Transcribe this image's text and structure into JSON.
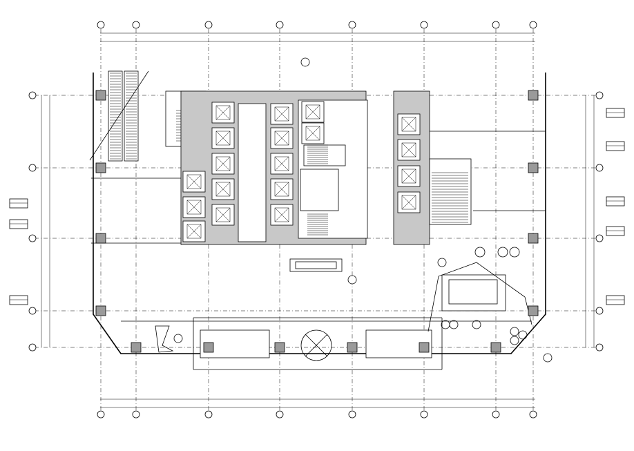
{
  "drawing": {
    "title": "",
    "grid_labels_x": [
      "",
      "",
      "",
      "",
      "",
      "",
      "",
      ""
    ],
    "grid_labels_y": [
      "",
      "",
      "",
      "",
      ""
    ],
    "colors": {
      "line": "#000000",
      "core_fill": "#c8c8c8",
      "column_fill": "#9a9a9a",
      "background": "#ffffff"
    },
    "elements": {
      "grid_bubbles": "circle",
      "elevator_cars": 19,
      "structural_columns": 14,
      "escalators": 1,
      "stairs": 3,
      "revolving_door": 1
    }
  }
}
